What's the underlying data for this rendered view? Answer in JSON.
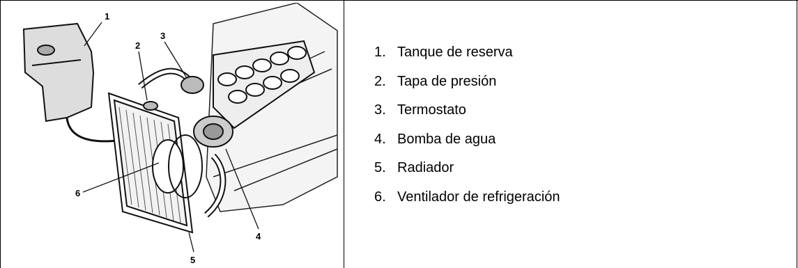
{
  "diagram": {
    "callouts": [
      "1",
      "2",
      "3",
      "4",
      "5",
      "6"
    ]
  },
  "legend": {
    "items": [
      {
        "num": "1.",
        "text": "Tanque de reserva"
      },
      {
        "num": "2.",
        "text": "Tapa de presión"
      },
      {
        "num": "3.",
        "text": "Termostato"
      },
      {
        "num": "4.",
        "text": "Bomba de agua"
      },
      {
        "num": "5.",
        "text": "Radiador"
      },
      {
        "num": "6.",
        "text": "Ventilador de refrigeración"
      }
    ]
  }
}
